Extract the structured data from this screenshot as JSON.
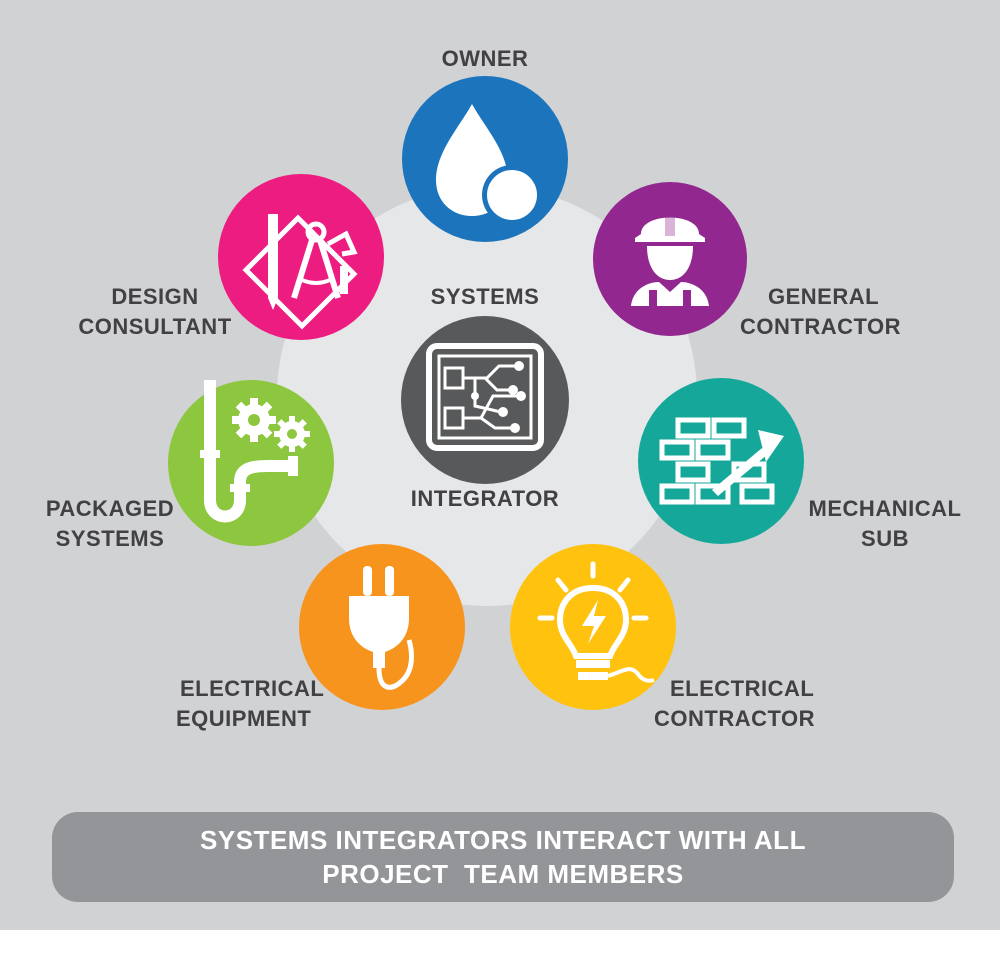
{
  "center": {
    "line1": "SYSTEMS",
    "line2": "INTEGRATOR",
    "color": "#58595b",
    "icon": "circuit-board-icon"
  },
  "nodes": {
    "owner": {
      "lines": [
        "OWNER"
      ],
      "color": "#1c75bc",
      "icon": "water-drop-icon"
    },
    "general_contractor": {
      "lines": [
        "GENERAL",
        "CONTRACTOR"
      ],
      "color": "#92278f",
      "icon": "hard-hat-worker-icon"
    },
    "mechanical_sub": {
      "lines": [
        "MECHANICAL",
        "SUB"
      ],
      "color": "#15a89a",
      "icon": "brick-wall-trowel-icon"
    },
    "electrical_contractor": {
      "lines": [
        "ELECTRICAL",
        "CONTRACTOR"
      ],
      "color": "#ffc20e",
      "icon": "light-bulb-icon"
    },
    "electrical_equipment": {
      "lines": [
        "ELECTRICAL",
        "EQUIPMENT"
      ],
      "color": "#f7941d",
      "icon": "electric-plug-icon"
    },
    "packaged_systems": {
      "lines": [
        "PACKAGED",
        "SYSTEMS"
      ],
      "color": "#8dc63f",
      "icon": "pipes-gears-icon"
    },
    "design_consultant": {
      "lines": [
        "DESIGN",
        "CONSULTANT"
      ],
      "color": "#ec1c80",
      "icon": "drafting-tools-icon"
    }
  },
  "banner": {
    "line1": "SYSTEMS INTEGRATORS INTERACT WITH ALL",
    "line2": "PROJECT  TEAM MEMBERS"
  }
}
